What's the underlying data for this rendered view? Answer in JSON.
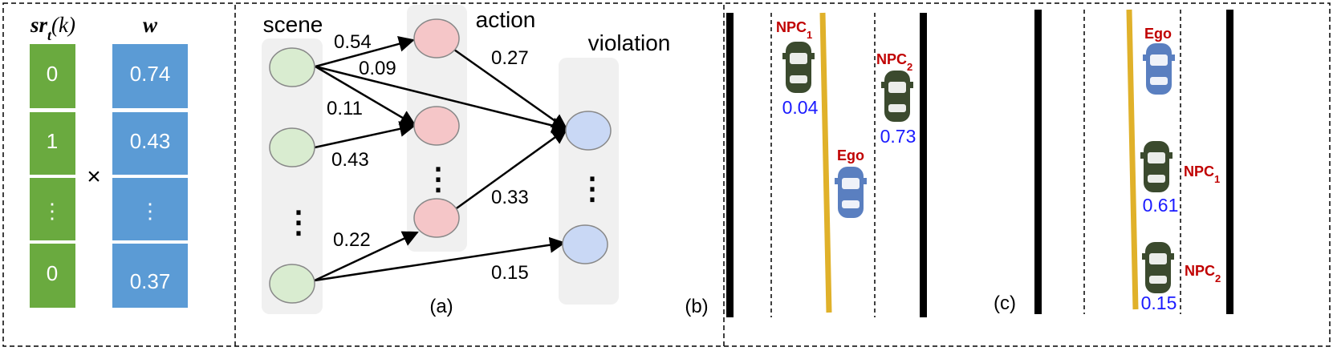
{
  "vector_panel": {
    "header_sr": "sr",
    "header_sr_sub": "t",
    "header_sr_arg": "(k)",
    "header_w": "w",
    "multiply": "×",
    "sr_cells": [
      "0",
      "1",
      "⋮",
      "0"
    ],
    "w_cells": [
      "0.74",
      "0.43",
      "⋮",
      "0.37"
    ],
    "sr_color": "#6aaa3f",
    "w_color": "#5b9bd5"
  },
  "network": {
    "labels": {
      "scene": "scene",
      "action": "action",
      "violation": "violation",
      "panel": "(a)"
    },
    "edge_weights": [
      "0.54",
      "0.09",
      "0.11",
      "0.43",
      "0.27",
      "0.33",
      "0.22",
      "0.15"
    ],
    "colors": {
      "scene": "#d9ecd0",
      "action": "#f5c6c8",
      "violation": "#c9d8f5"
    }
  },
  "scenario_b": {
    "panel": "(b)",
    "cars": [
      {
        "name": "NPC",
        "sub": "1",
        "value": "0.04"
      },
      {
        "name": "NPC",
        "sub": "2",
        "value": "0.73"
      },
      {
        "name": "Ego",
        "sub": "",
        "value": ""
      }
    ]
  },
  "scenario_c": {
    "panel": "(c)",
    "cars": [
      {
        "name": "Ego",
        "sub": "",
        "value": ""
      },
      {
        "name": "NPC",
        "sub": "1",
        "value": "0.61"
      },
      {
        "name": "NPC",
        "sub": "2",
        "value": "0.15"
      }
    ]
  },
  "colors": {
    "lane_line": "#e0b12a",
    "npc_car": "#3b4a2e",
    "ego_car": "#5a7fc0",
    "name_text": "#c00000",
    "value_text": "#1a1aff"
  }
}
